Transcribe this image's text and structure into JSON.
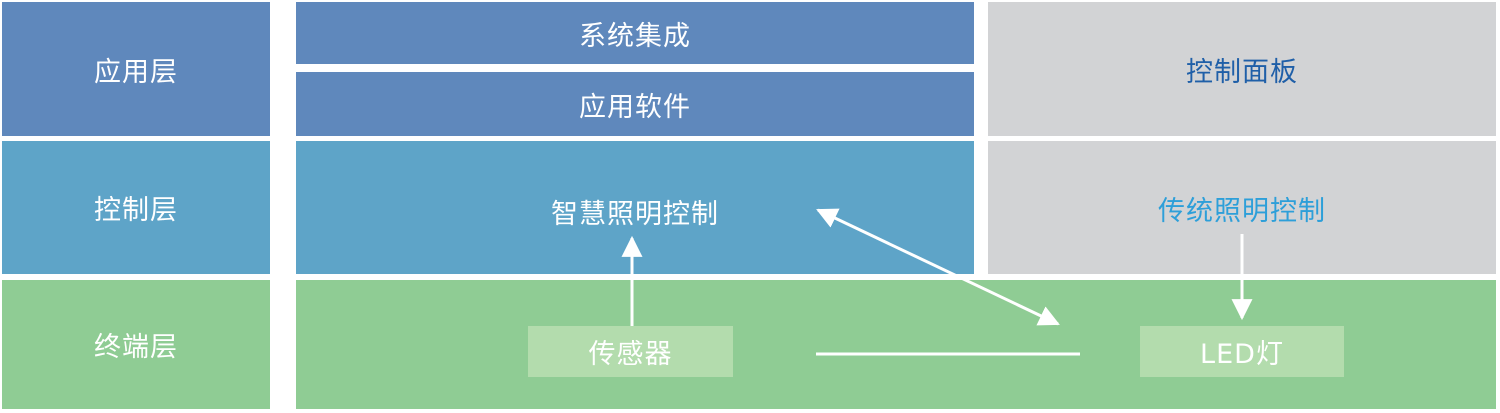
{
  "layers": {
    "application": "应用层",
    "control": "控制层",
    "terminal": "终端层"
  },
  "application": {
    "system_integration": "系统集成",
    "application_software": "应用软件",
    "control_panel": "控制面板"
  },
  "control": {
    "smart_lighting": "智慧照明控制",
    "traditional_lighting": "传统照明控制"
  },
  "terminal": {
    "sensor": "传感器",
    "led": "LED灯"
  },
  "colors": {
    "application_layer": "#5f88bc",
    "control_layer": "#5ea4c8",
    "terminal_layer": "#8fcc94",
    "gray_panel": "#d2d3d5",
    "chip": "#b3dcad",
    "control_panel_text": "#1f5fa8",
    "traditional_text": "#2d9fd9"
  }
}
